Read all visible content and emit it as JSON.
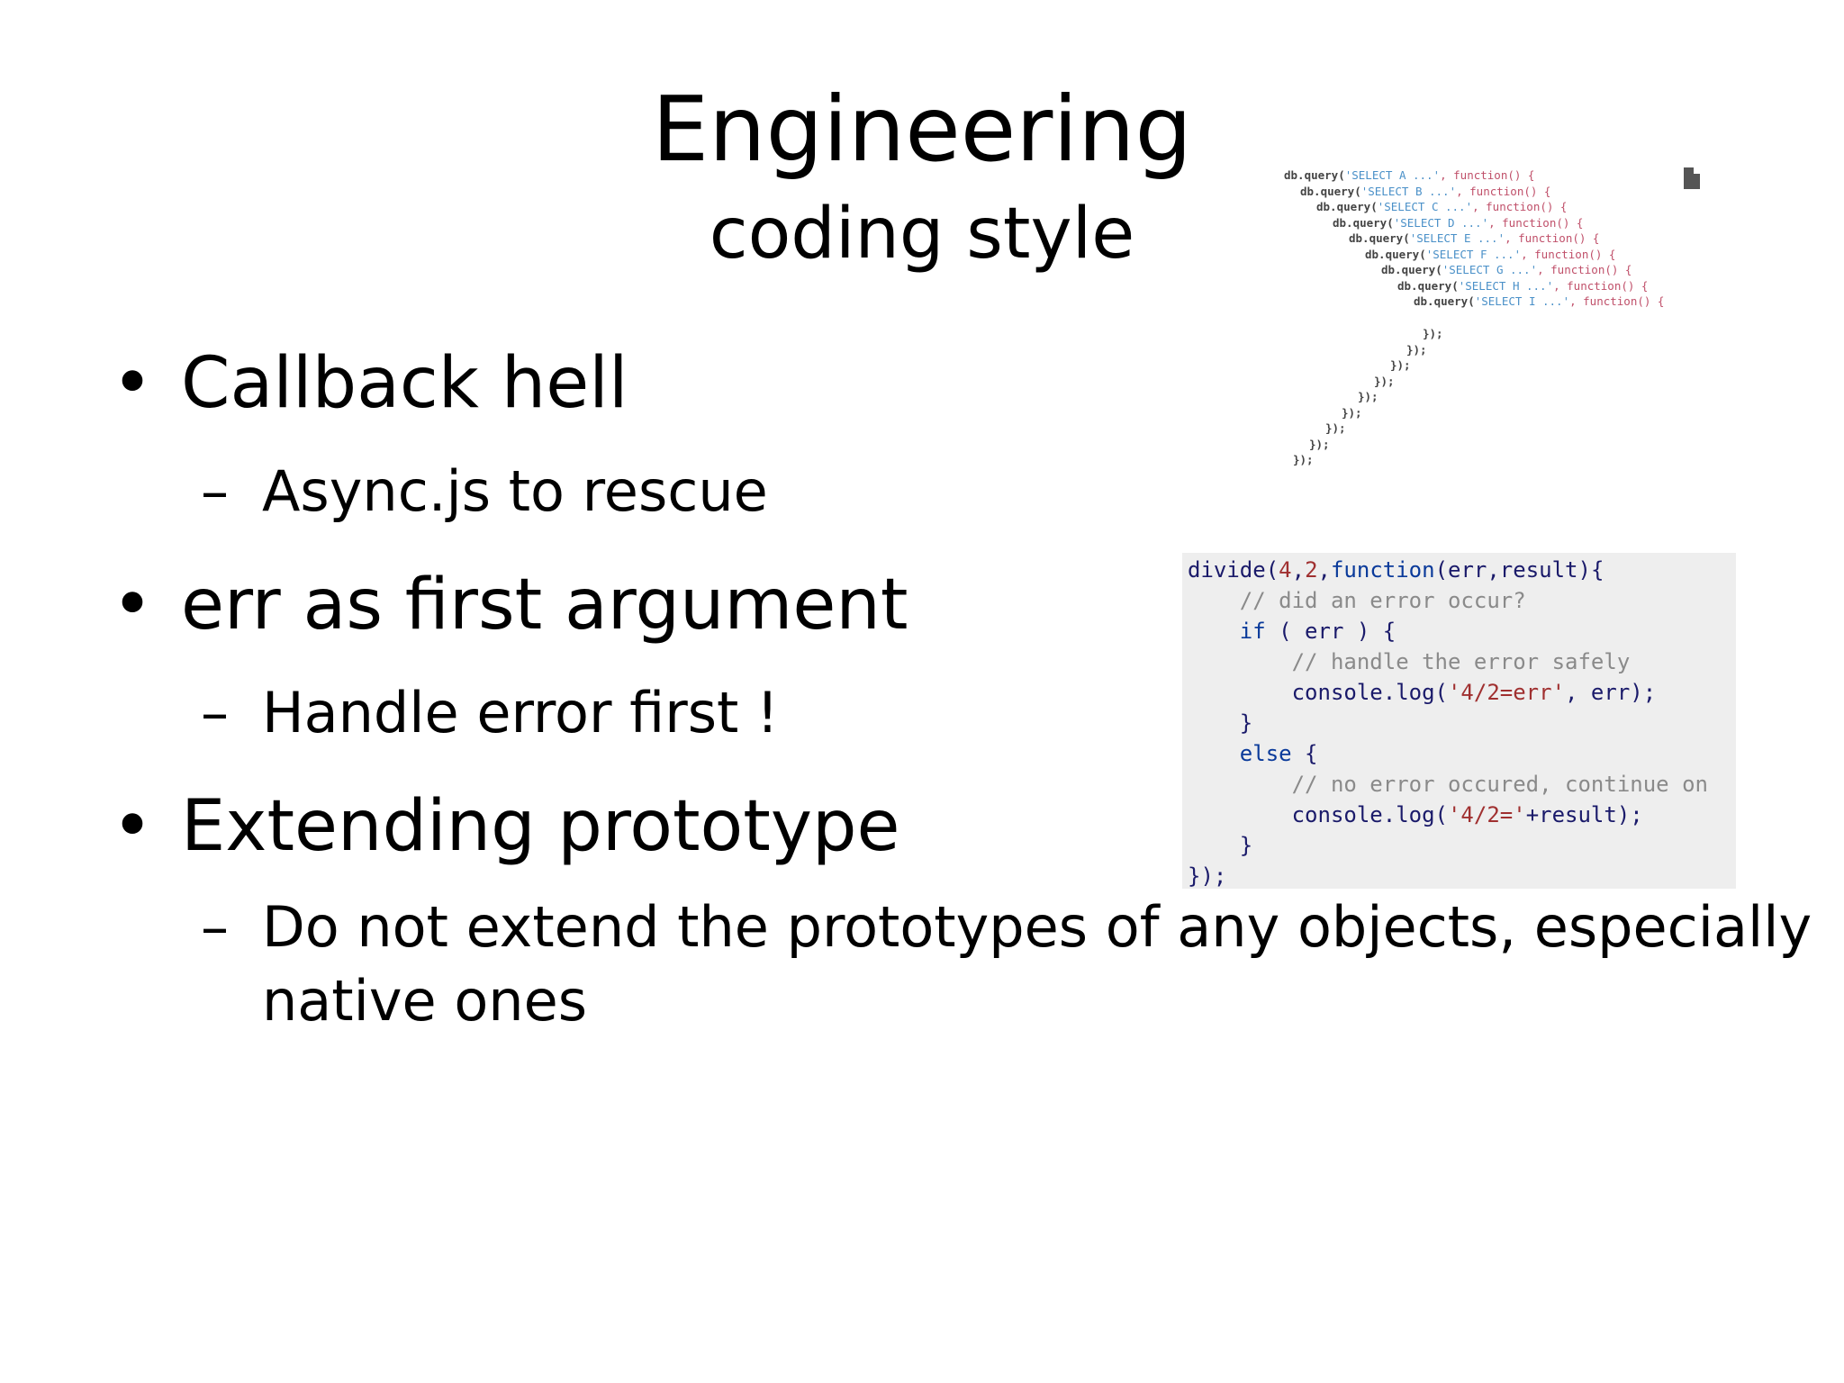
{
  "slide": {
    "title": "Engineering",
    "subtitle": "coding style",
    "bullets": [
      {
        "marker": "•",
        "text": "Callback hell",
        "sub": {
          "marker": "–",
          "text": "Async.js to rescue"
        }
      },
      {
        "marker": "•",
        "text": "err as first argument",
        "sub": {
          "marker": "–",
          "text": "Handle error first !"
        }
      },
      {
        "marker": "•",
        "text": "Extending prototype",
        "sub": {
          "marker": "–",
          "text_line1": "Do not extend the prototypes of any objects, especially",
          "text_line2": "native ones"
        }
      }
    ]
  },
  "callback_image": {
    "lines": [
      {
        "pre": "db.query(",
        "str": "'SELECT A ...'",
        "fn": ", function() {"
      },
      {
        "pre": "db.query(",
        "str": "'SELECT B ...'",
        "fn": ", function() {"
      },
      {
        "pre": "db.query(",
        "str": "'SELECT C ...'",
        "fn": ", function() {"
      },
      {
        "pre": "db.query(",
        "str": "'SELECT D ...'",
        "fn": ", function() {"
      },
      {
        "pre": "db.query(",
        "str": "'SELECT E ...'",
        "fn": ", function() {"
      },
      {
        "pre": "db.query(",
        "str": "'SELECT F ...'",
        "fn": ", function() {"
      },
      {
        "pre": "db.query(",
        "str": "'SELECT G ...'",
        "fn": ", function() {"
      },
      {
        "pre": "db.query(",
        "str": "'SELECT H ...'",
        "fn": ", function() {"
      },
      {
        "pre": "db.query(",
        "str": "'SELECT I ...'",
        "fn": ", function() {"
      }
    ],
    "closing": [
      "});",
      "});",
      "});",
      "});",
      "});",
      "});",
      "});",
      "});",
      "});"
    ]
  },
  "code_snippet": {
    "lines": [
      "divide(4,2,function(err,result){",
      "    // did an error occur?",
      "    if ( err ) {",
      "        // handle the error safely",
      "        console.log('4/2=err', err);",
      "    }",
      "    else {",
      "        // no error occured, continue on",
      "        console.log('4/2='+result);",
      "    }",
      "});"
    ]
  }
}
